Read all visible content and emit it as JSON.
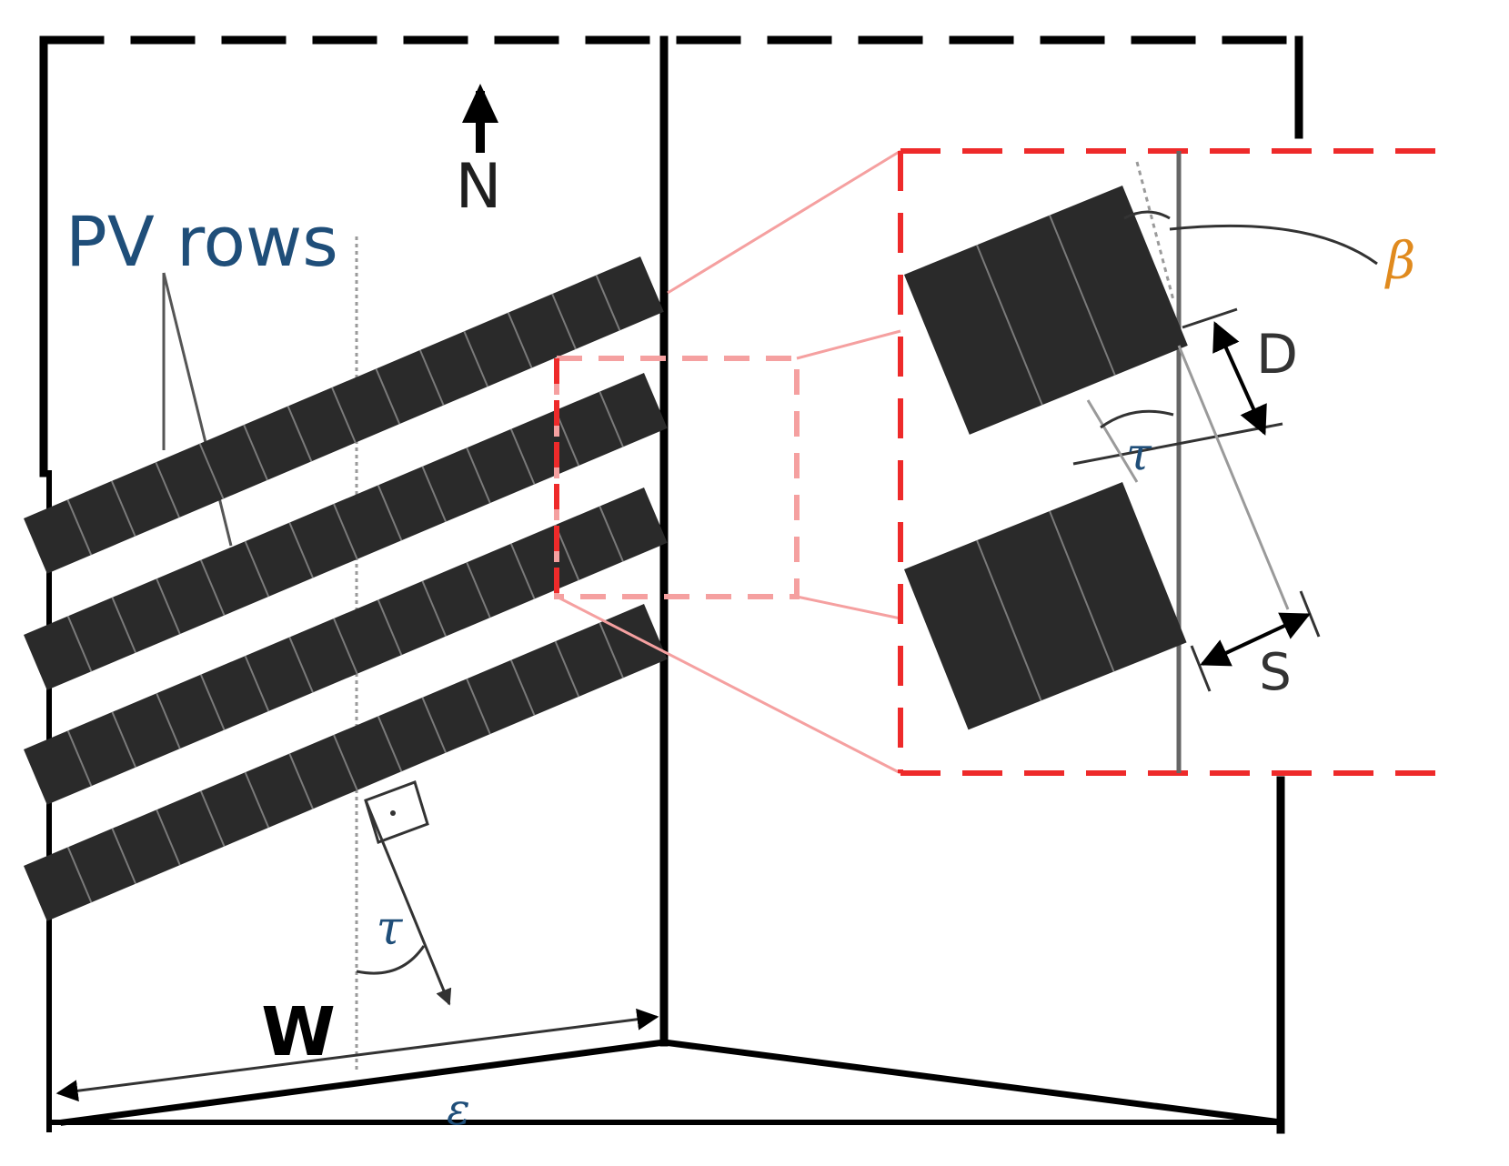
{
  "labels": {
    "north": "N",
    "pv_rows": "PV rows",
    "width": "W",
    "epsilon": "ε",
    "tau_bottom": "τ",
    "tau_zoom": "τ",
    "beta": "β",
    "distance": "D",
    "spacing": "S"
  },
  "colors": {
    "outline": "#000000",
    "panel": "#2a2a2a",
    "panel_divider": "#7a7a7a",
    "highlight_red": "#ee2a2a",
    "highlight_pink": "#f5a0a0",
    "label_blue": "#1f4e79",
    "label_orange": "#e08a1e",
    "guide_gray": "#9a9a9a"
  }
}
